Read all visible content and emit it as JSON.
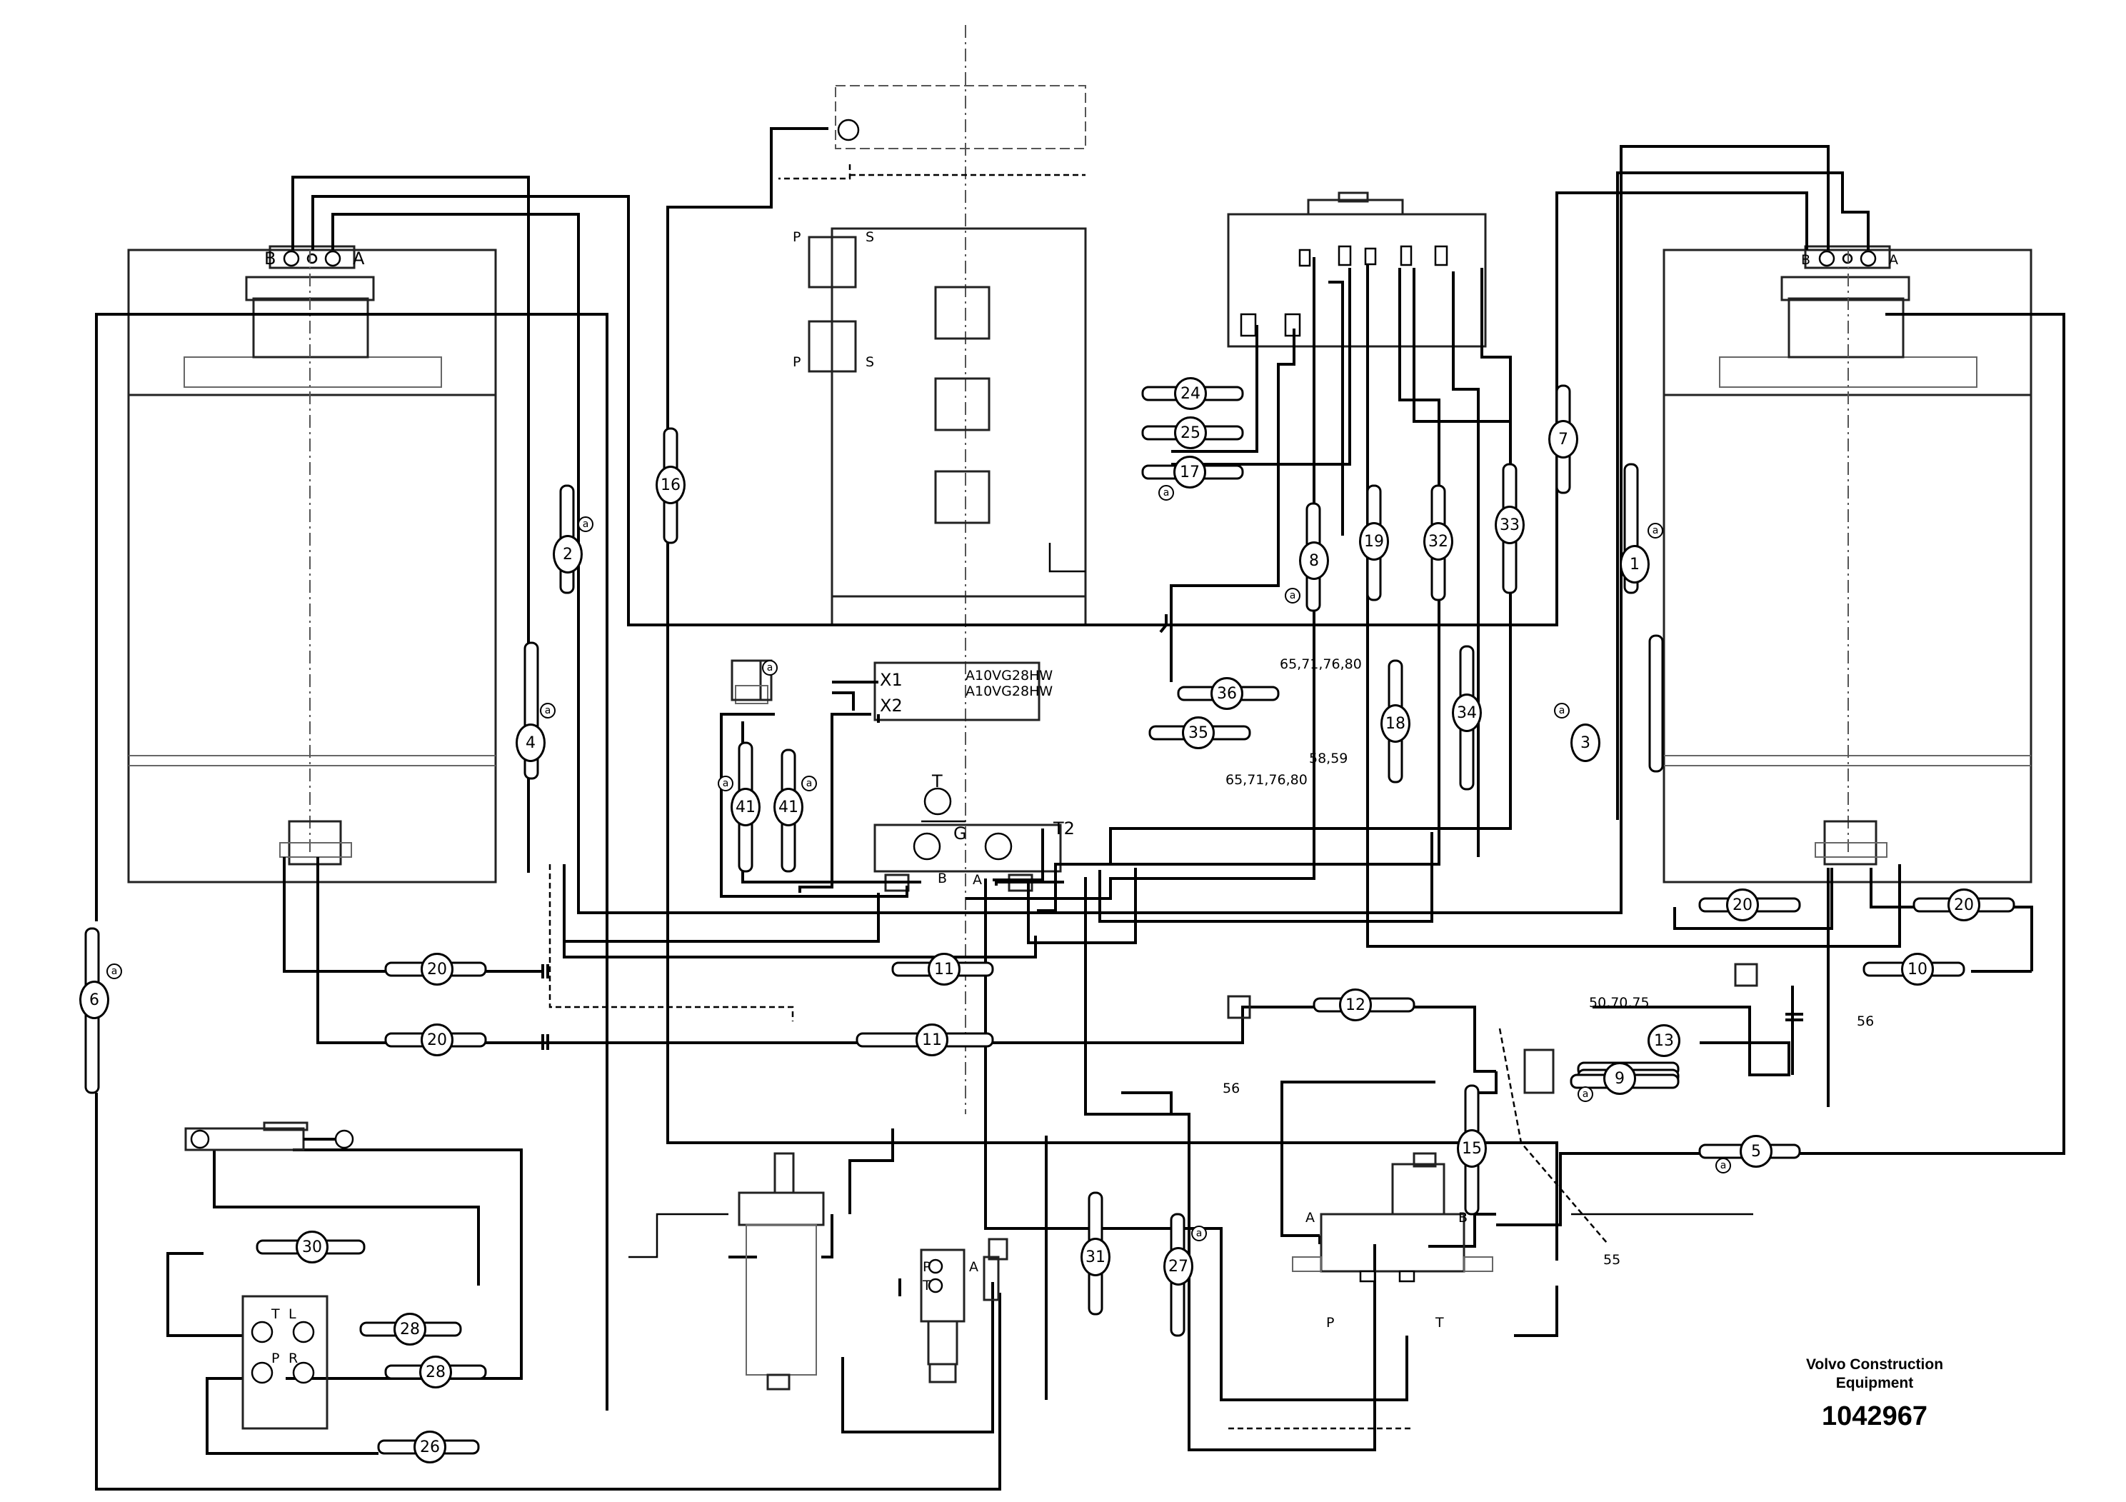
{
  "callouts": [
    {
      "n": "1",
      "t": "a"
    },
    {
      "n": "2",
      "t": "a"
    },
    {
      "n": "3",
      "t": "a"
    },
    {
      "n": "4",
      "t": "a"
    },
    {
      "n": "5",
      "t": "a"
    },
    {
      "n": "6",
      "t": "a"
    },
    {
      "n": "7",
      "t": ""
    },
    {
      "n": "8",
      "t": "a"
    },
    {
      "n": "9",
      "t": "a"
    },
    {
      "n": "10",
      "t": ""
    },
    {
      "n": "11",
      "t": ""
    },
    {
      "n": "11",
      "t": ""
    },
    {
      "n": "12",
      "t": ""
    },
    {
      "n": "13",
      "t": ""
    },
    {
      "n": "15",
      "t": ""
    },
    {
      "n": "16",
      "t": ""
    },
    {
      "n": "17",
      "t": "a"
    },
    {
      "n": "18",
      "t": ""
    },
    {
      "n": "19",
      "t": ""
    },
    {
      "n": "20",
      "t": ""
    },
    {
      "n": "20",
      "t": ""
    },
    {
      "n": "20",
      "t": ""
    },
    {
      "n": "20",
      "t": ""
    },
    {
      "n": "24",
      "t": ""
    },
    {
      "n": "25",
      "t": ""
    },
    {
      "n": "26",
      "t": ""
    },
    {
      "n": "27",
      "t": "a"
    },
    {
      "n": "28",
      "t": ""
    },
    {
      "n": "28",
      "t": ""
    },
    {
      "n": "30",
      "t": ""
    },
    {
      "n": "31",
      "t": ""
    },
    {
      "n": "32",
      "t": ""
    },
    {
      "n": "33",
      "t": ""
    },
    {
      "n": "34",
      "t": ""
    },
    {
      "n": "35",
      "t": ""
    },
    {
      "n": "36",
      "t": ""
    },
    {
      "n": "41",
      "t": "a"
    },
    {
      "n": "41",
      "t": "a"
    }
  ],
  "labels": {
    "B_left": "B",
    "A_left": "A",
    "B_right": "B",
    "A_right": "A",
    "P1": "P",
    "S1": "S",
    "P2": "P",
    "S2": "S",
    "X1": "X1",
    "X2": "X2",
    "pump1": "A10VG28HW",
    "pump2": "A10VG28HW",
    "T": "T",
    "G": "G",
    "T2": "T2",
    "pB": "B",
    "pA": "A",
    "ref1": "65,71,76,80",
    "ref2": "65,71,76,80",
    "ref3": "58,59",
    "ref4": "50,70,75",
    "ref5": "56",
    "ref6": "56",
    "ref7": "55",
    "a2": "a",
    "vA": "A",
    "vB": "B",
    "vP": "P",
    "vT": "T",
    "rP": "P",
    "rT": "T",
    "rA": "A",
    "stT": "T",
    "stL": "L",
    "stP": "P",
    "stR": "R"
  },
  "brand": {
    "line1": "Volvo Construction",
    "line2": "Equipment",
    "part": "1042967"
  }
}
